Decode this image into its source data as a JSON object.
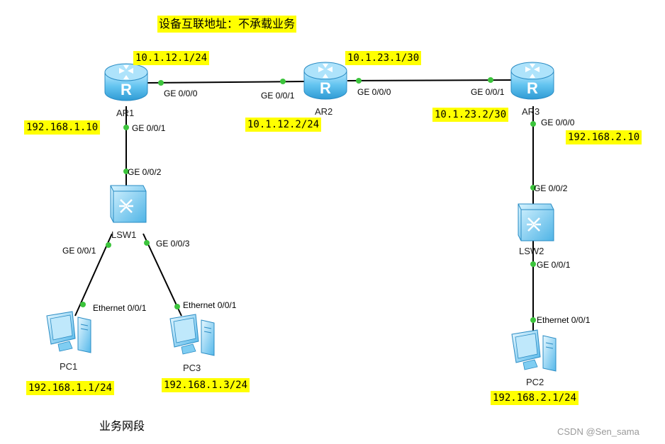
{
  "header_note": "设备互联地址：不承载业务",
  "footer_note": "业务网段",
  "watermark": "CSDN @Sen_sama",
  "devices": {
    "ar1": {
      "label": "AR1",
      "type": "router-icon"
    },
    "ar2": {
      "label": "AR2",
      "type": "router-icon"
    },
    "ar3": {
      "label": "AR3",
      "type": "router-icon"
    },
    "lsw1": {
      "label": "LSW1",
      "type": "switch-icon"
    },
    "lsw2": {
      "label": "LSW2",
      "type": "switch-icon"
    },
    "pc1": {
      "label": "PC1",
      "type": "pc-icon"
    },
    "pc2": {
      "label": "PC2",
      "type": "pc-icon"
    },
    "pc3": {
      "label": "PC3",
      "type": "pc-icon"
    }
  },
  "addresses": {
    "ar1_ar2_ar1side": "10.1.12.1/24",
    "ar1_ar2_ar2side": "10.1.12.2/24",
    "ar2_ar3_ar2side": "10.1.23.1/30",
    "ar2_ar3_ar3side": "10.1.23.2/30",
    "ar1_lan": "192.168.1.10",
    "ar3_lan": "192.168.2.10",
    "pc1": "192.168.1.1/24",
    "pc3": "192.168.1.3/24",
    "pc2": "192.168.2.1/24"
  },
  "ports": {
    "ar1_to_ar2": "GE 0/0/0",
    "ar2_to_ar1": "GE 0/0/1",
    "ar2_to_ar3": "GE 0/0/0",
    "ar3_to_ar2": "GE 0/0/1",
    "ar1_to_lsw1": "GE 0/0/1",
    "lsw1_to_ar1": "GE 0/0/2",
    "lsw1_to_pc1": "GE 0/0/1",
    "lsw1_to_pc3": "GE 0/0/3",
    "pc1_eth": "Ethernet 0/0/1",
    "pc3_eth": "Ethernet 0/0/1",
    "ar3_to_lsw2": "GE 0/0/0",
    "lsw2_to_ar3": "GE 0/0/2",
    "lsw2_to_pc2": "GE 0/0/1",
    "pc2_eth": "Ethernet 0/0/1"
  },
  "colors": {
    "highlight": "#ffff00",
    "port_dot": "#3cc43c",
    "device_fill": "#5bc0ee",
    "link": "#000000"
  }
}
